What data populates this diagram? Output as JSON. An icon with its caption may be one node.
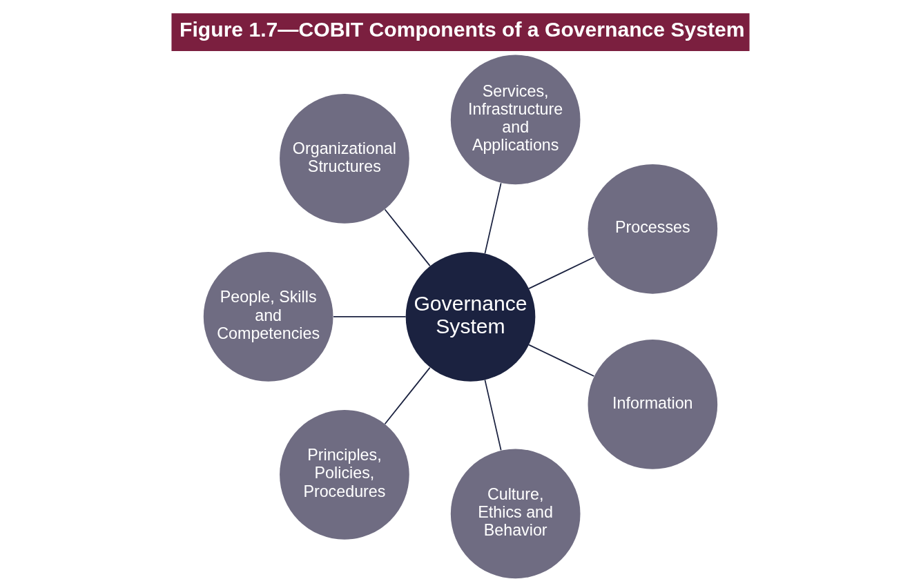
{
  "diagram": {
    "title": "Figure 1.7—COBIT Components of a Governance System",
    "nodes": [
      {
        "text": [
          "Processes"
        ]
      },
      {
        "text": [
          "Services, Infrastructure and Applications"
        ]
      },
      {
        "text": [
          "Organizational Structures"
        ]
      },
      {
        "text": [
          "Governance System"
        ]
      },
      {
        "text": [
          "People, Skills and Competencies"
        ]
      },
      {
        "text": [
          "Principles, Policies, Procedures"
        ]
      },
      {
        "text": [
          "Culture, Ethics and Behavior"
        ]
      },
      {
        "text": [
          "Information"
        ]
      }
    ],
    "edges": [
      {
        "from": 3,
        "to": 0,
        "arrow": "none"
      },
      {
        "from": 3,
        "to": 2,
        "arrow": "none"
      },
      {
        "from": 3,
        "to": 5,
        "arrow": "none"
      },
      {
        "from": 3,
        "to": 7,
        "arrow": "none"
      },
      {
        "from": 3,
        "to": 6,
        "arrow": "none"
      },
      {
        "from": 3,
        "to": 4,
        "arrow": "none"
      },
      {
        "from": 3,
        "to": 1,
        "arrow": "none"
      }
    ]
  }
}
